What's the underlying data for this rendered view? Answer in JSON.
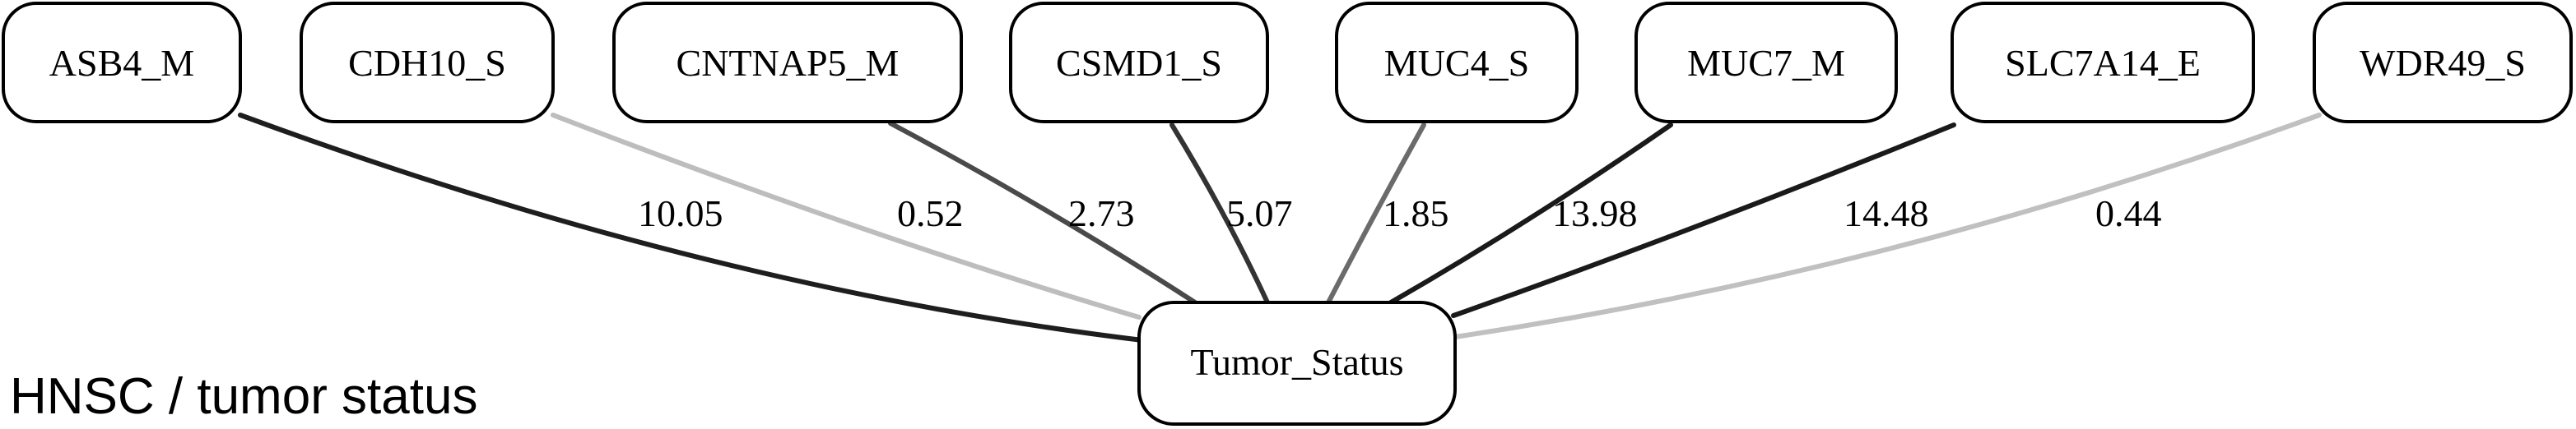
{
  "caption": "HNSC / tumor status",
  "target": {
    "id": "target",
    "label": "Tumor_Status"
  },
  "sources": [
    {
      "id": "asb4",
      "label": "ASB4_M",
      "weight": "10.05",
      "color": "#1e1e1e"
    },
    {
      "id": "cdh10",
      "label": "CDH10_S",
      "weight": "0.52",
      "color": "#bdbdbd"
    },
    {
      "id": "cntnap5",
      "label": "CNTNAP5_M",
      "weight": "2.73",
      "color": "#4a4a4a"
    },
    {
      "id": "csmd1",
      "label": "CSMD1_S",
      "weight": "5.07",
      "color": "#333333"
    },
    {
      "id": "muc4",
      "label": "MUC4_S",
      "weight": "1.85",
      "color": "#6b6b6b"
    },
    {
      "id": "muc7",
      "label": "MUC7_M",
      "weight": "13.98",
      "color": "#1a1a1a"
    },
    {
      "id": "slc7a14",
      "label": "SLC7A14_E",
      "weight": "14.48",
      "color": "#1a1a1a"
    },
    {
      "id": "wdr49",
      "label": "WDR49_S",
      "weight": "0.44",
      "color": "#c0c0c0"
    }
  ]
}
